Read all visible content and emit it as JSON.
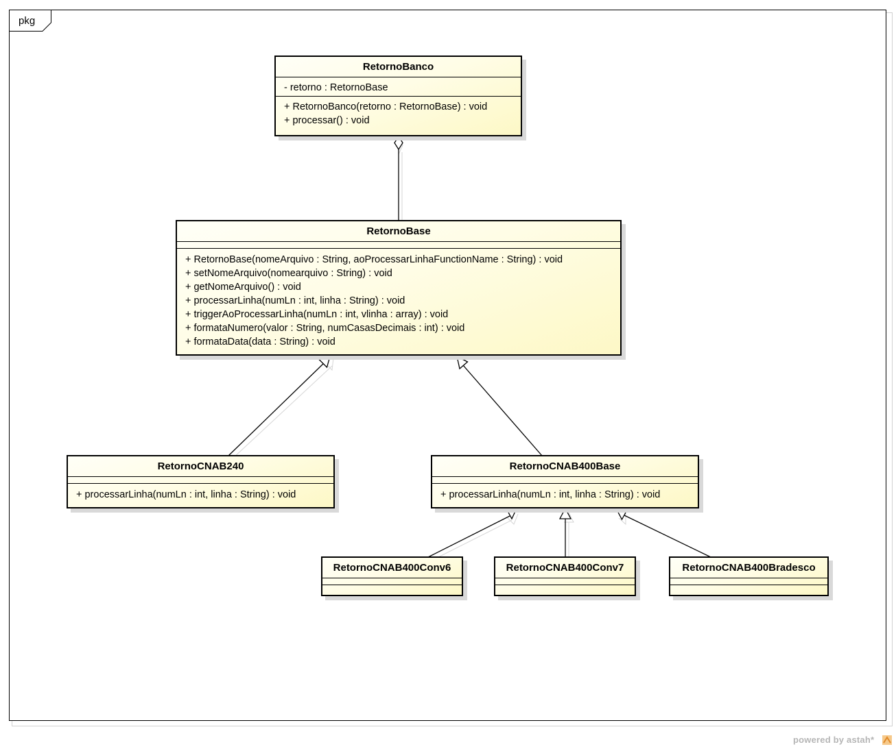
{
  "package": {
    "label": "pkg"
  },
  "classes": {
    "retorno_banco": {
      "name": "RetornoBanco",
      "attributes": [
        "- retorno : RetornoBase"
      ],
      "operations": [
        "+ RetornoBanco(retorno : RetornoBase) : void",
        "+ processar() : void"
      ]
    },
    "retorno_base": {
      "name": "RetornoBase",
      "attributes": [],
      "operations": [
        "+ RetornoBase(nomeArquivo : String, aoProcessarLinhaFunctionName : String) : void",
        "+ setNomeArquivo(nomearquivo : String) : void",
        "+ getNomeArquivo() : void",
        "+ processarLinha(numLn : int, linha : String) : void",
        "+ triggerAoProcessarLinha(numLn : int, vlinha : array) : void",
        "+ formataNumero(valor : String, numCasasDecimais : int) : void",
        "+ formataData(data : String) : void"
      ]
    },
    "retorno_cnab240": {
      "name": "RetornoCNAB240",
      "attributes": [],
      "operations": [
        "+ processarLinha(numLn : int, linha : String) : void"
      ]
    },
    "retorno_cnab400_base": {
      "name": "RetornoCNAB400Base",
      "attributes": [],
      "operations": [
        "+ processarLinha(numLn : int, linha : String) : void"
      ]
    },
    "retorno_cnab400_conv6": {
      "name": "RetornoCNAB400Conv6",
      "attributes": [],
      "operations": []
    },
    "retorno_cnab400_conv7": {
      "name": "RetornoCNAB400Conv7",
      "attributes": [],
      "operations": []
    },
    "retorno_cnab400_bradesco": {
      "name": "RetornoCNAB400Bradesco",
      "attributes": [],
      "operations": []
    }
  },
  "relationships": [
    {
      "type": "aggregation",
      "from": "RetornoBase",
      "to": "RetornoBanco"
    },
    {
      "type": "generalization",
      "from": "RetornoCNAB240",
      "to": "RetornoBase"
    },
    {
      "type": "generalization",
      "from": "RetornoCNAB400Base",
      "to": "RetornoBase"
    },
    {
      "type": "generalization",
      "from": "RetornoCNAB400Conv6",
      "to": "RetornoCNAB400Base"
    },
    {
      "type": "generalization",
      "from": "RetornoCNAB400Conv7",
      "to": "RetornoCNAB400Base"
    },
    {
      "type": "generalization",
      "from": "RetornoCNAB400Bradesco",
      "to": "RetornoCNAB400Base"
    }
  ],
  "footer": {
    "text": "powered by astah*"
  },
  "colors": {
    "class_fill": "#fdf8c6",
    "line": "#000000",
    "shadow": "#d9d9d9"
  }
}
